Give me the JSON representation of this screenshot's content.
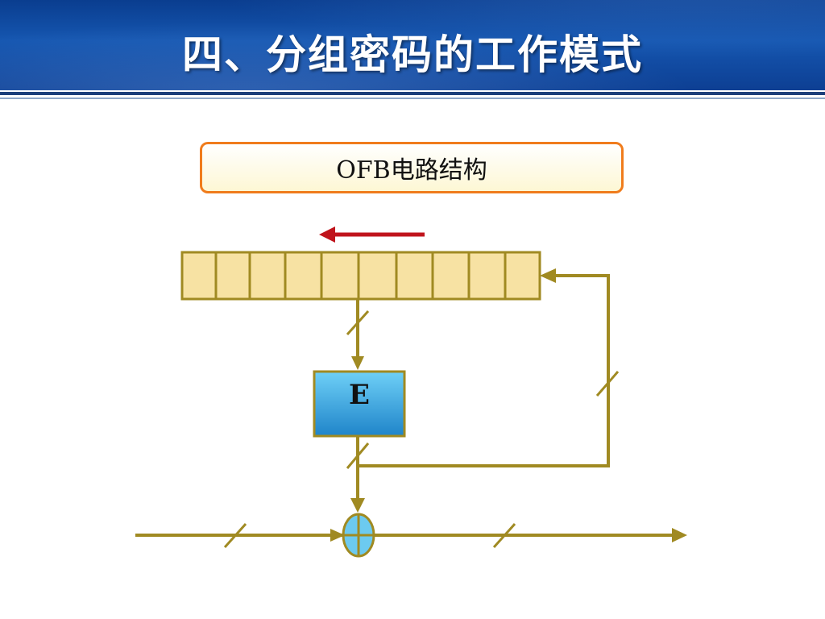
{
  "slide": {
    "title": "四、分组密码的工作模式"
  },
  "caption": "OFB电路结构",
  "diagram": {
    "register_cells": 10,
    "encrypt_block_label": "E",
    "colors": {
      "line": "#a08a22",
      "register_fill": "#f7e2a3",
      "shift_arrow": "#c0141c",
      "encrypt_fill_top": "#6fd0f7",
      "encrypt_fill_bottom": "#1f84c9",
      "xor_fill": "#6ccaf0"
    }
  }
}
